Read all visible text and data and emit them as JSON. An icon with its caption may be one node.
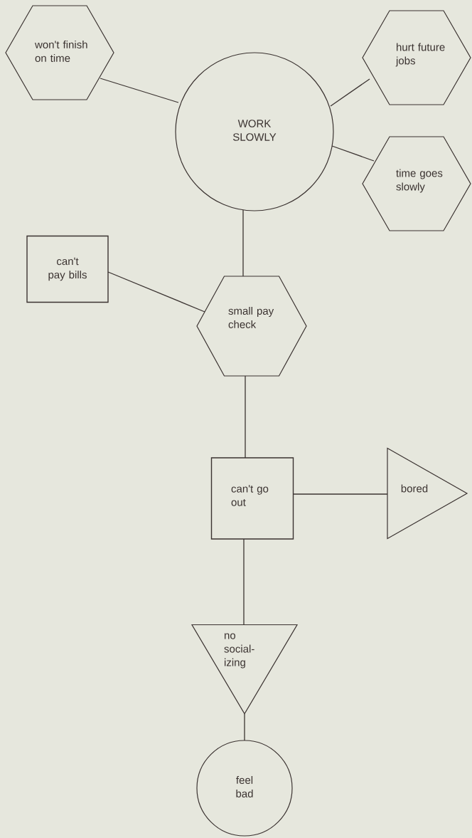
{
  "diagram": {
    "nodes": [
      {
        "text": [
          "won't finish on time"
        ]
      },
      {
        "text": [
          "WORK SLOWLY"
        ]
      },
      {
        "text": [
          "hurt future jobs"
        ]
      },
      {
        "text": [
          "time goes slowly"
        ]
      },
      {
        "text": [
          "can't pay bills"
        ]
      },
      {
        "text": [
          "small pay check"
        ]
      },
      {
        "text": [
          "can't go out"
        ]
      },
      {
        "text": [
          "bored"
        ]
      },
      {
        "text": [
          "no social- izing"
        ]
      },
      {
        "text": [
          "feel bad"
        ]
      }
    ],
    "edges": [
      {
        "from": 0,
        "to": 1,
        "arrow": "none"
      },
      {
        "from": 1,
        "to": 2,
        "arrow": "none"
      },
      {
        "from": 1,
        "to": 3,
        "arrow": "none"
      },
      {
        "from": 1,
        "to": 5,
        "arrow": "none"
      },
      {
        "from": 4,
        "to": 5,
        "arrow": "none"
      },
      {
        "from": 5,
        "to": 6,
        "arrow": "none"
      },
      {
        "from": 6,
        "to": 7,
        "arrow": "none"
      },
      {
        "from": 6,
        "to": 8,
        "arrow": "none"
      },
      {
        "from": 8,
        "to": 9,
        "arrow": "none"
      }
    ]
  }
}
